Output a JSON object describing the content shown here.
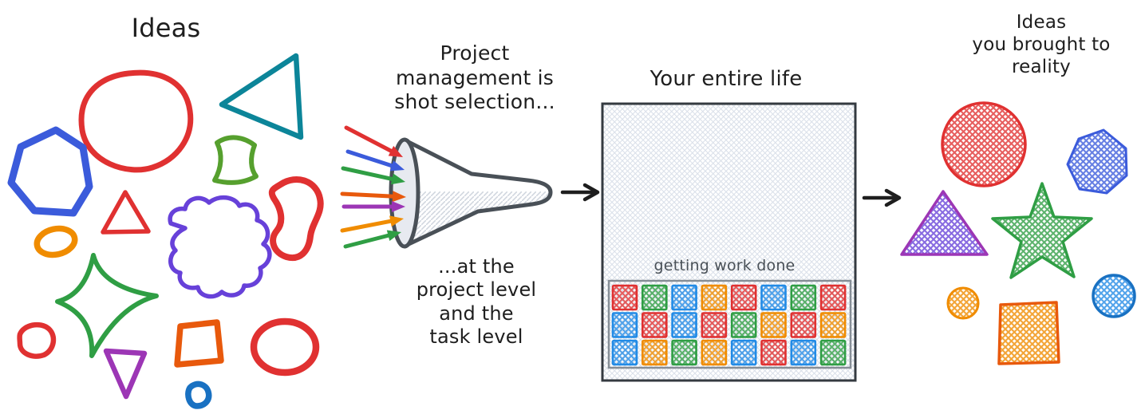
{
  "palette": {
    "ink": "#1e1e1e",
    "red": "#e03131",
    "blue": "#3b5bdb",
    "skyblue": "#228be6",
    "deepblue": "#1971c2",
    "teal": "#0c8599",
    "green": "#2f9e44",
    "grass": "#56a02e",
    "orange": "#f08c00",
    "redorange": "#e8590c",
    "violet": "#6741d9",
    "purple": "#9c36b5",
    "funnel_gray": "#495057",
    "mouth_fill": "#e7eaf0",
    "box_line": "#343a40",
    "inner_box_line": "#868e96",
    "hatch_light": "#dbe1ea",
    "hatch_funnel": "#c9d0da",
    "work_label_color": "#495057"
  },
  "left": {
    "title": "Ideas",
    "shapes": [
      {
        "name": "large-blob",
        "color": "red",
        "fill": "outline"
      },
      {
        "name": "triangle",
        "color": "teal",
        "fill": "outline"
      },
      {
        "name": "heptagon",
        "color": "blue",
        "fill": "outline"
      },
      {
        "name": "diamond",
        "color": "grass",
        "fill": "outline"
      },
      {
        "name": "small-triangle",
        "color": "red",
        "fill": "outline"
      },
      {
        "name": "bean",
        "color": "red",
        "fill": "outline"
      },
      {
        "name": "small-ellipse",
        "color": "orange",
        "fill": "outline"
      },
      {
        "name": "cloud",
        "color": "violet",
        "fill": "outline"
      },
      {
        "name": "four-point-star",
        "color": "green",
        "fill": "outline"
      },
      {
        "name": "small-blob",
        "color": "red",
        "fill": "outline"
      },
      {
        "name": "square",
        "color": "redorange",
        "fill": "outline"
      },
      {
        "name": "circle",
        "color": "red",
        "fill": "outline"
      },
      {
        "name": "down-triangle",
        "color": "purple",
        "fill": "outline"
      },
      {
        "name": "tiny-blob",
        "color": "deepblue",
        "fill": "outline"
      }
    ]
  },
  "funnel": {
    "caption_top": "Project\nmanagement is\nshot selection...",
    "caption_bottom": "...at the\nproject level\nand the\ntask level",
    "arrow_colors": [
      "red",
      "blue",
      "green",
      "redorange",
      "purple",
      "orange",
      "green"
    ]
  },
  "life_box": {
    "title": "Your entire life",
    "work_label": "getting work done",
    "grid_rows": [
      [
        "red",
        "green",
        "skyblue",
        "orange",
        "red",
        "skyblue",
        "green",
        "red"
      ],
      [
        "skyblue",
        "red",
        "skyblue",
        "red",
        "green",
        "orange",
        "red",
        "orange"
      ],
      [
        "skyblue",
        "orange",
        "green",
        "orange",
        "skyblue",
        "red",
        "skyblue",
        "green"
      ]
    ]
  },
  "right": {
    "title": "Ideas\nyou brought to\nreality",
    "shapes": [
      {
        "name": "circle",
        "color": "red",
        "fill": "crosshatch"
      },
      {
        "name": "heptagon",
        "color": "blue",
        "fill": "crosshatch"
      },
      {
        "name": "triangle",
        "color": "purple",
        "fill": "crosshatch",
        "hatch": "violet"
      },
      {
        "name": "star",
        "color": "green",
        "fill": "crosshatch"
      },
      {
        "name": "small-circle",
        "color": "orange",
        "fill": "crosshatch"
      },
      {
        "name": "square",
        "color": "redorange",
        "fill": "crosshatch",
        "hatch": "orange"
      },
      {
        "name": "small-circle-blue",
        "color": "deepblue",
        "fill": "crosshatch",
        "hatch": "skyblue"
      }
    ]
  }
}
